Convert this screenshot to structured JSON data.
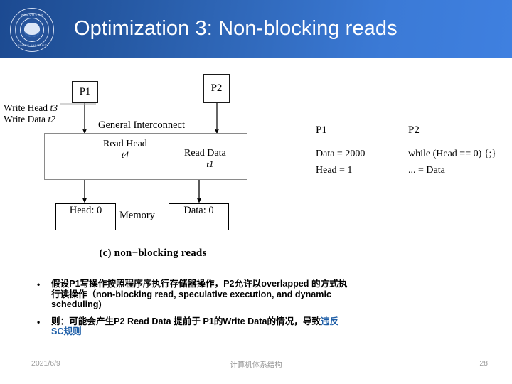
{
  "header": {
    "title": "Optimization 3: Non-blocking reads",
    "logo_alt": "university-seal",
    "logo_top_text": "北京航空航天大学",
    "logo_bottom_text": "BEIHANG UNIVERSITY",
    "bg_from": "#1c4a91",
    "bg_to": "#3f80e0"
  },
  "figure": {
    "p1_box": "P1",
    "p2_box": "P2",
    "write_head_label": "Write Head",
    "write_head_time": "t3",
    "write_data_label": "Write Data",
    "write_data_time": "t2",
    "interconnect_label": "General Interconnect",
    "read_head_label": "Read Head",
    "read_head_time": "t4",
    "read_data_label": "Read Data",
    "read_data_time": "t1",
    "head_cell": "Head: 0",
    "data_cell": "Data: 0",
    "memory_label": "Memory",
    "caption": "(c) non−blocking reads"
  },
  "code": {
    "left": {
      "header": "P1",
      "lines": [
        "Data = 2000",
        "Head = 1"
      ]
    },
    "right": {
      "header": "P2",
      "lines": [
        "while (Head == 0) {;}",
        "... = Data"
      ]
    }
  },
  "bullets": {
    "marker": "•",
    "items": [
      {
        "line1": "假设P1写操作按照程序序执行存储器操作，P2允许以overlapped 的方式执",
        "line2": "行读操作（non-blocking read, speculative execution, and dynamic",
        "line3": "scheduling)",
        "highlight": ""
      },
      {
        "line1": "则：可能会产生P2 Read Data 提前于 P1的Write Data的情况，导致",
        "line2": "",
        "line3": "",
        "highlight_inline": "违反",
        "highlight": "SC规则"
      }
    ],
    "highlight_color": "#1f5fa8"
  },
  "footer": {
    "date": "2021/6/9",
    "center": "计算机体系结构",
    "page": "28"
  }
}
